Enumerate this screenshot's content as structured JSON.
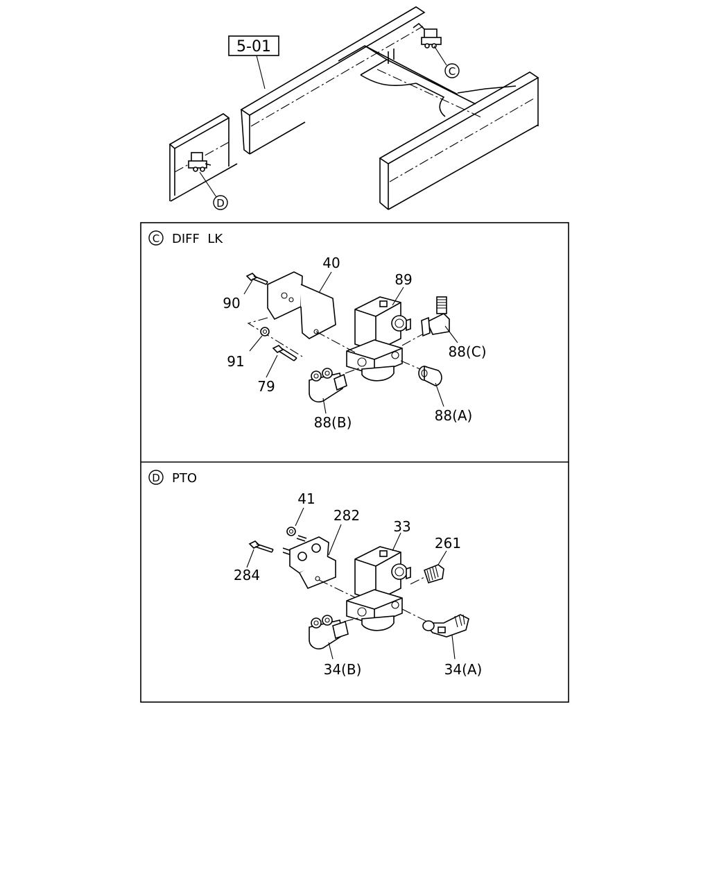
{
  "overview": {
    "ref_label": "5-01",
    "callout_c": "C",
    "callout_d": "D"
  },
  "panel_c": {
    "marker": "C",
    "title": "DIFF  LK",
    "parts": {
      "p40": "40",
      "p89": "89",
      "p90": "90",
      "p91": "91",
      "p79": "79",
      "p88c": "88(C)",
      "p88a": "88(A)",
      "p88b": "88(B)"
    }
  },
  "panel_d": {
    "marker": "D",
    "title": "PTO",
    "parts": {
      "p41": "41",
      "p282": "282",
      "p33": "33",
      "p261": "261",
      "p284": "284",
      "p34b": "34(B)",
      "p34a": "34(A)"
    }
  }
}
